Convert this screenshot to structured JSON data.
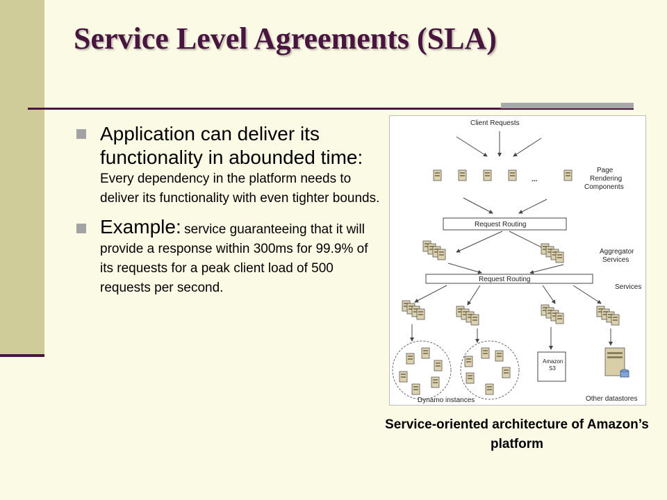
{
  "slide": {
    "title": "Service Level Agreements (SLA)",
    "bullets": [
      {
        "lead": "Application can deliver its functionality in abounded time:",
        "detail": "Every dependency in the platform needs to deliver its functionality with even tighter bounds."
      },
      {
        "lead": "Example:",
        "detail": "service guaranteeing that it will provide a response within 300ms for 99.9% of its requests for a peak client load of 500 requests per second."
      }
    ],
    "caption": "Service-oriented architecture of Amazon’s platform"
  },
  "diagram": {
    "client_requests": "Client Requests",
    "page_rendering": [
      "Page",
      "Rendering",
      "Components"
    ],
    "ellipsis": "...",
    "request_routing_1": "Request Routing",
    "aggregator": [
      "Aggregator",
      "Services"
    ],
    "request_routing_2": "Request Routing",
    "services": "Services",
    "amazon_s3": [
      "Amazon",
      "S3"
    ],
    "dynamo_instances": "Dynamo instances",
    "other_datastores": "Other datastores"
  }
}
